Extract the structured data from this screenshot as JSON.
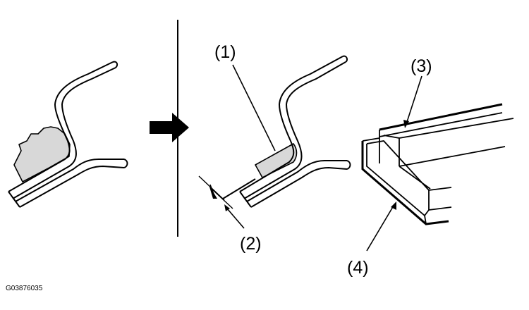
{
  "figure": {
    "id": "G03876035",
    "callouts": {
      "c1": "(1)",
      "c2": "(2)",
      "c3": "(3)",
      "c4": "(4)"
    }
  },
  "colors": {
    "line": "#000000",
    "sealant": "#d8d8d8",
    "paper": "#ffffff"
  }
}
